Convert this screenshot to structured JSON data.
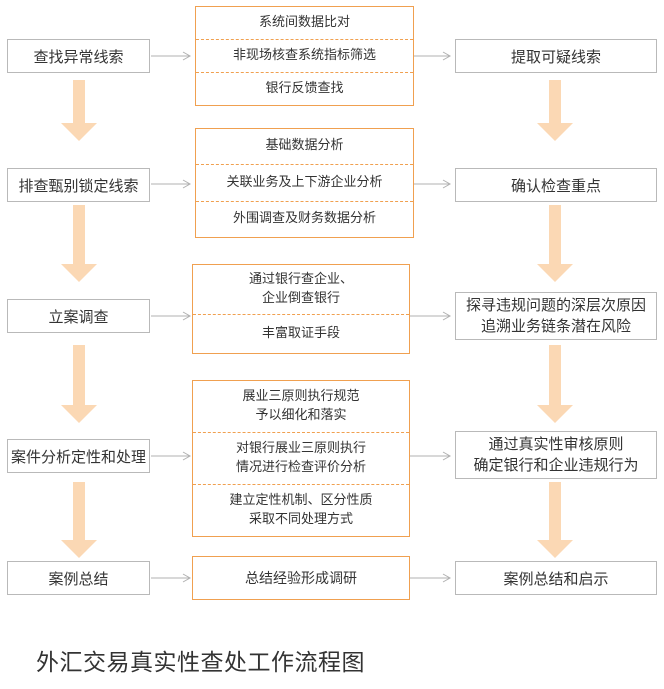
{
  "title": "外汇交易真实性查处工作流程图",
  "left_steps": [
    "查找异常线索",
    "排查甄别锁定线索",
    "立案调查",
    "案件分析定性和处理",
    "案例总结"
  ],
  "middle_groups": [
    [
      "系统间数据比对",
      "非现场核查系统指标筛选",
      "银行反馈查找"
    ],
    [
      "基础数据分析",
      "关联业务及上下游企业分析",
      "外围调查及财务数据分析"
    ],
    [
      "通过银行查企业、\n企业倒查银行",
      "丰富取证手段"
    ],
    [
      "展业三原则执行规范\n予以细化和落实",
      "对银行展业三原则执行\n情况进行检查评价分析",
      "建立定性机制、区分性质\n采取不同处理方式"
    ],
    [
      "总结经验形成调研"
    ]
  ],
  "right_steps": [
    "提取可疑线索",
    "确认检查重点",
    "探寻违规问题的深层次原因\n追溯业务链条潜在风险",
    "通过真实性审核原则\n确定银行和企业违规行为",
    "案例总结和启示"
  ],
  "colors": {
    "accent_orange": "#f0a050",
    "down_arrow": "#fbd8b4",
    "connector_gray": "#b0b0b0",
    "box_gray": "#b9b9b9"
  }
}
